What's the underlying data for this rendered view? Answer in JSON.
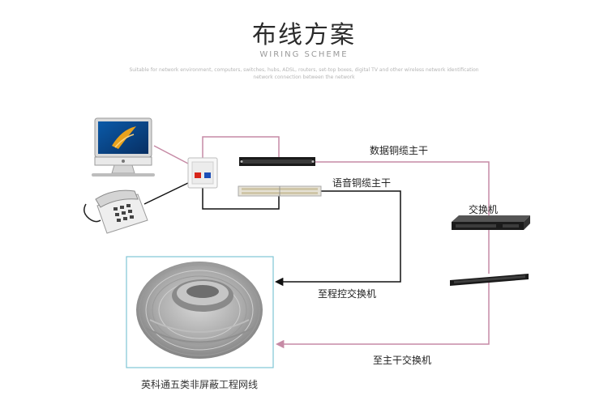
{
  "header": {
    "title": "布线方案",
    "subtitle": "WIRING SCHEME",
    "description": "Suitable for network environment, computers, switches, hubs, ADSL, routers, set-top boxes, digital TV and other wireless network identification network connection between the network"
  },
  "labels": {
    "data_backbone": "数据铜缆主干",
    "voice_backbone": "语音铜缆主干",
    "switch": "交换机",
    "to_pbx": "至程控交换机",
    "to_main_switch": "至主干交换机",
    "cable_caption": "英科通五类非屏蔽工程网线"
  },
  "colors": {
    "pink_line": "#c68aa5",
    "black_line": "#111111",
    "cable_frame": "#7fc6d6"
  }
}
